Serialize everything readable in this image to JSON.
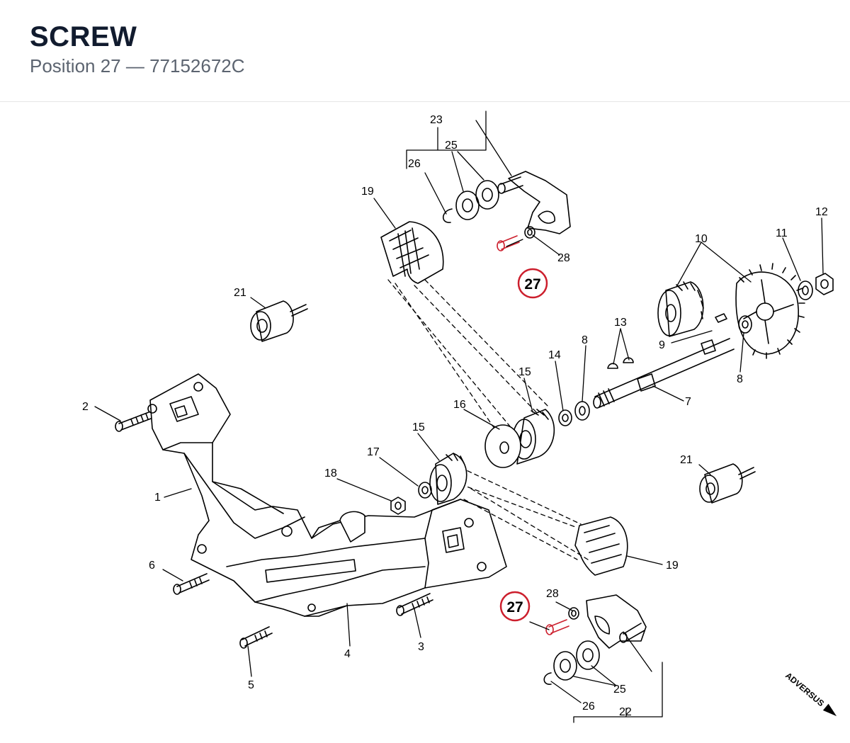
{
  "header": {
    "title": "SCREW",
    "subtitle": "Position 27 — 77152672C"
  },
  "diagram": {
    "labels": {
      "p1": "1",
      "p2": "2",
      "p3": "3",
      "p4": "4",
      "p5": "5",
      "p6": "6",
      "p7": "7",
      "p8a": "8",
      "p8b": "8",
      "p9": "9",
      "p10": "10",
      "p11": "11",
      "p12": "12",
      "p13": "13",
      "p14": "14",
      "p15a": "15",
      "p15b": "15",
      "p16": "16",
      "p17": "17",
      "p18": "18",
      "p19a": "19",
      "p19b": "19",
      "p21a": "21",
      "p21b": "21",
      "p22": "22",
      "p23": "23",
      "p25a": "25",
      "p25b": "25",
      "p26a": "26",
      "p26b": "26",
      "p28a": "28",
      "p28b": "28"
    },
    "highlight_top": "27",
    "highlight_bottom": "27",
    "highlight_color": "#cc1f2d",
    "watermark": "ADVERSUS"
  }
}
